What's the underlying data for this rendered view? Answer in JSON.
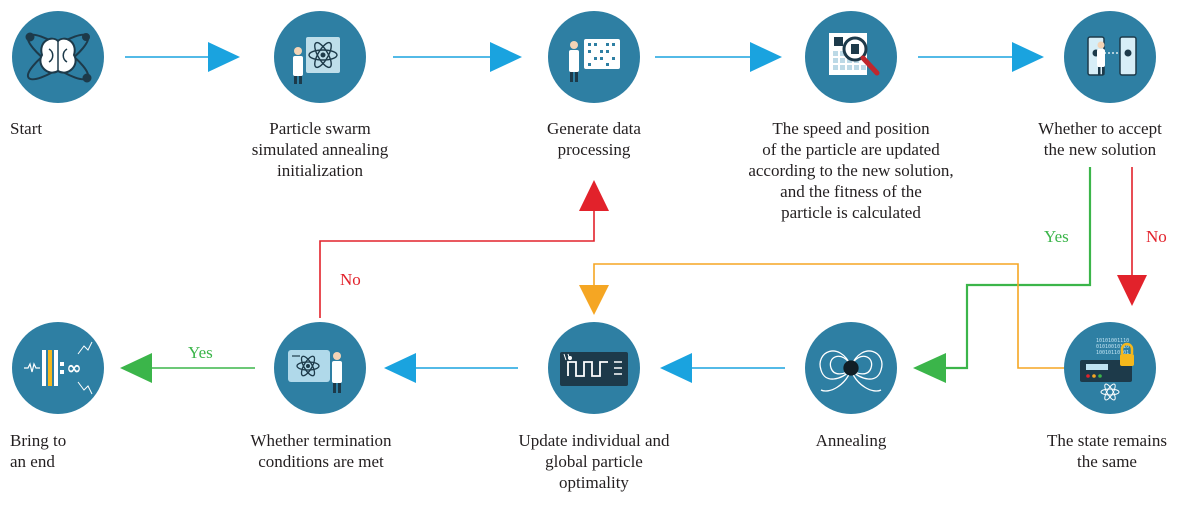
{
  "colors": {
    "node_fill": "#2e7fa3",
    "node_dark": "#1d3a4a",
    "blue_arrow": "#1aa3df",
    "red_arrow": "#e2222b",
    "green_arrow": "#3bb54a",
    "orange_line": "#f5a623",
    "text": "#231f20"
  },
  "nodes": [
    {
      "id": "start",
      "label": "Start",
      "icon": "brain-atom-icon"
    },
    {
      "id": "init",
      "label": "Particle swarm\nsimulated annealing\ninitialization",
      "icon": "scientist-atom-screen-icon"
    },
    {
      "id": "generate",
      "label": "Generate data\nprocessing",
      "icon": "scientist-board-icon"
    },
    {
      "id": "update-speed",
      "label": "The speed and position\nof the particle are updated\naccording to the new solution,\nand the fitness of the\nparticle is calculated",
      "icon": "magnifier-grid-icon"
    },
    {
      "id": "accept",
      "label": "Whether to accept\nthe new solution",
      "icon": "scientist-cabinets-icon"
    },
    {
      "id": "same",
      "label": "The state remains\nthe same",
      "icon": "lock-panel-icon"
    },
    {
      "id": "annealing",
      "label": "Annealing",
      "icon": "magnetic-field-icon"
    },
    {
      "id": "optimality",
      "label": "Update individual and\nglobal particle\noptimality",
      "icon": "circuit-board-icon"
    },
    {
      "id": "termination",
      "label": "Whether termination\nconditions are met",
      "icon": "scientist-atom-panel-icon"
    },
    {
      "id": "end",
      "label": "Bring to\nan end",
      "icon": "infinity-filter-icon"
    }
  ],
  "conditions": {
    "accept_yes": "Yes",
    "accept_no": "No",
    "termination_no": "No",
    "termination_yes": "Yes"
  }
}
